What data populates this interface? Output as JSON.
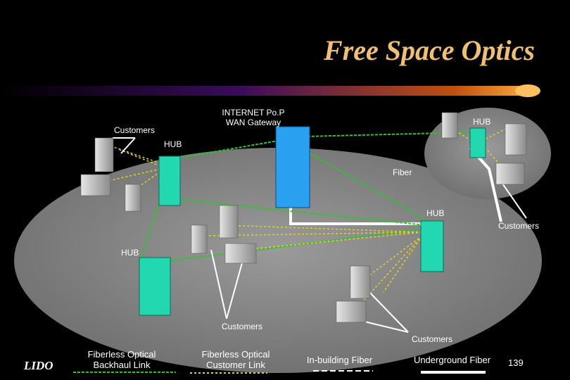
{
  "title": "Free Space Optics",
  "labels": {
    "gateway_line1": "INTERNET Po.P",
    "gateway_line2": "WAN Gateway",
    "customers_top_left": "Customers",
    "hub_top_left": "HUB",
    "hub_top_right": "HUB",
    "fiber": "Fiber",
    "hub_middle_right": "HUB",
    "customers_right": "Customers",
    "hub_left": "HUB",
    "customers_bottom_center": "Customers",
    "customers_bottom_right": "Customers"
  },
  "legend": {
    "backhaul": "Fiberless Optical Backhaul Link",
    "customer_link": "Fiberless Optical Customer Link",
    "in_building": "In-building Fiber",
    "underground": "Underground Fiber"
  },
  "logo": "LIDO",
  "page_number": "139",
  "colors": {
    "background": "#000000",
    "title": "#f0c070",
    "ellipse": "#8c8c8c",
    "backhaul_link": "#22cc22",
    "customer_link": "#e6d21e",
    "hub_building": "#22d8b0",
    "gateway_building": "#2aa0f0",
    "customer_building": "#c8c8c8"
  }
}
